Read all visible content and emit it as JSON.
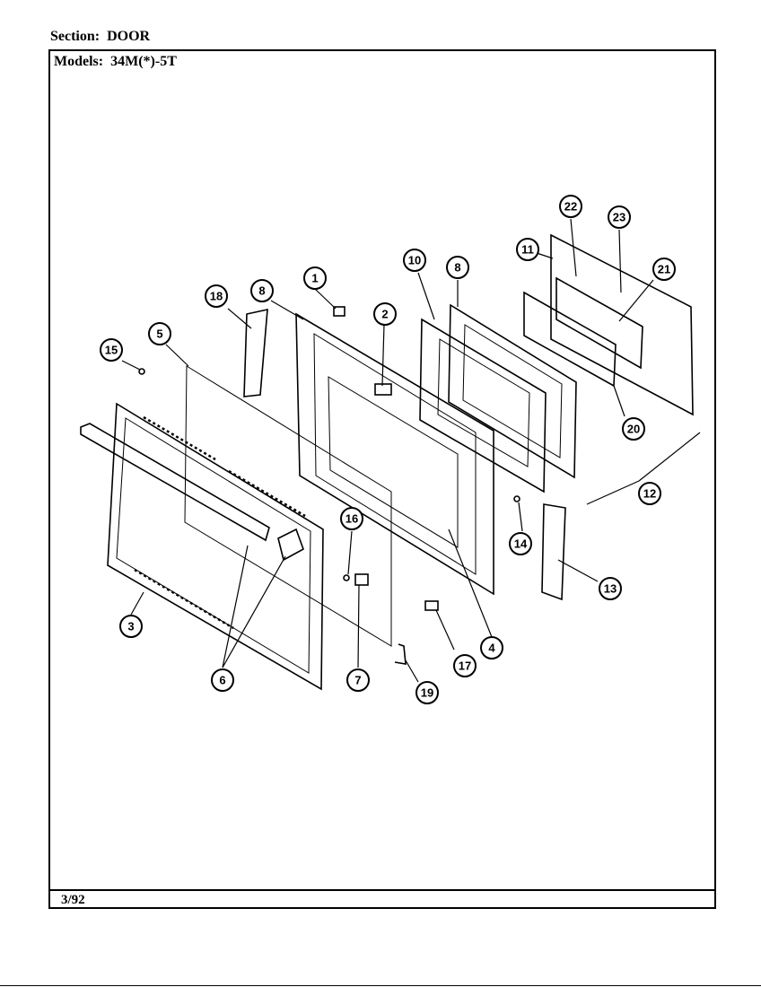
{
  "header": {
    "section_label": "Section:",
    "section_value": "DOOR",
    "models_label": "Models:",
    "models_value": "34M(*)-5T"
  },
  "footer": {
    "date": "3/92"
  },
  "callouts": [
    {
      "id": "c1",
      "label": "1"
    },
    {
      "id": "c2",
      "label": "2"
    },
    {
      "id": "c3",
      "label": "3"
    },
    {
      "id": "c4",
      "label": "4"
    },
    {
      "id": "c5",
      "label": "5"
    },
    {
      "id": "c6",
      "label": "6"
    },
    {
      "id": "c7",
      "label": "7"
    },
    {
      "id": "c8a",
      "label": "8"
    },
    {
      "id": "c8b",
      "label": "8"
    },
    {
      "id": "c10",
      "label": "10"
    },
    {
      "id": "c11",
      "label": "11"
    },
    {
      "id": "c12",
      "label": "12"
    },
    {
      "id": "c13",
      "label": "13"
    },
    {
      "id": "c14",
      "label": "14"
    },
    {
      "id": "c15",
      "label": "15"
    },
    {
      "id": "c16",
      "label": "16"
    },
    {
      "id": "c17",
      "label": "17"
    },
    {
      "id": "c18",
      "label": "18"
    },
    {
      "id": "c19",
      "label": "19"
    },
    {
      "id": "c20",
      "label": "20"
    },
    {
      "id": "c21",
      "label": "21"
    },
    {
      "id": "c22",
      "label": "22"
    },
    {
      "id": "c23",
      "label": "23"
    }
  ]
}
